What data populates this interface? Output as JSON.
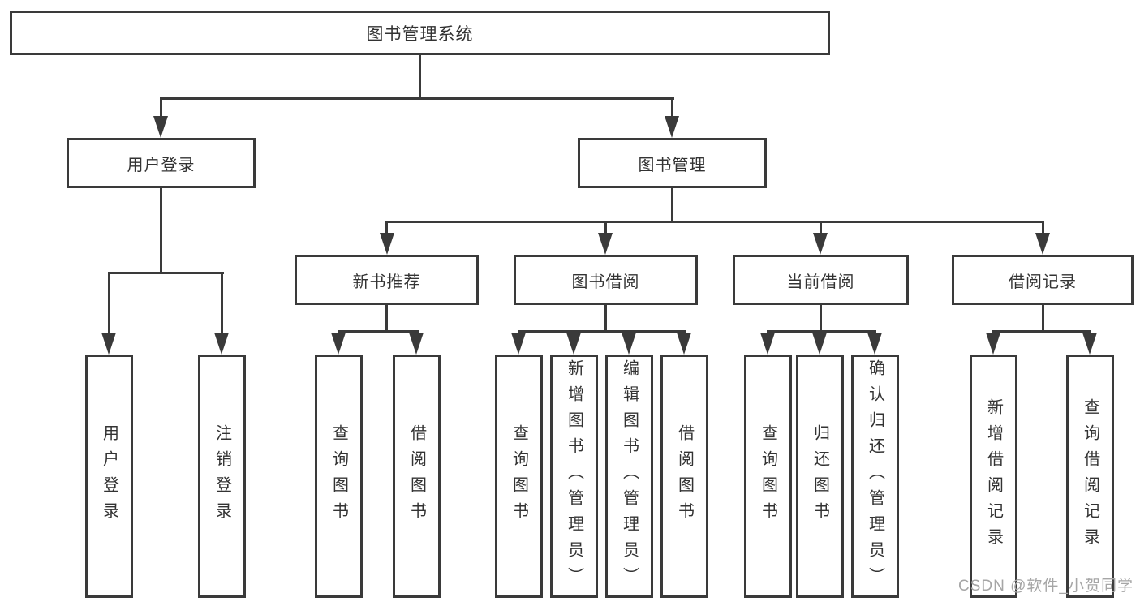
{
  "nodes": {
    "root": {
      "label": "图书管理系统"
    },
    "user_login": {
      "label": "用户登录"
    },
    "book_mgmt": {
      "label": "图书管理"
    },
    "new_book_rec": {
      "label": "新书推荐"
    },
    "book_borrow": {
      "label": "图书借阅"
    },
    "current_borrow": {
      "label": "当前借阅"
    },
    "borrow_records": {
      "label": "借阅记录"
    },
    "leaf_user_login": {
      "label": "用户登录"
    },
    "leaf_logout": {
      "label": "注销登录"
    },
    "leaf_query_book_1": {
      "label": "查询图书"
    },
    "leaf_borrow_book_1": {
      "label": "借阅图书"
    },
    "leaf_query_book_2": {
      "label": "查询图书"
    },
    "leaf_add_book": {
      "label": "新增图书（管理员）"
    },
    "leaf_edit_book": {
      "label": "编辑图书（管理员）"
    },
    "leaf_borrow_book_2": {
      "label": "借阅图书"
    },
    "leaf_query_book_3": {
      "label": "查询图书"
    },
    "leaf_return_book": {
      "label": "归还图书"
    },
    "leaf_confirm_return": {
      "label": "确认归还（管理员）"
    },
    "leaf_add_borrow_record": {
      "label": "新增借阅记录"
    },
    "leaf_query_borrow_record": {
      "label": "查询借阅记录"
    }
  },
  "watermark": {
    "text": "CSDN @软件_小贺同学"
  },
  "colors": {
    "line": "#3a3a3a",
    "text": "#333333",
    "watermark": "#a6a6a6",
    "background": "#ffffff"
  }
}
